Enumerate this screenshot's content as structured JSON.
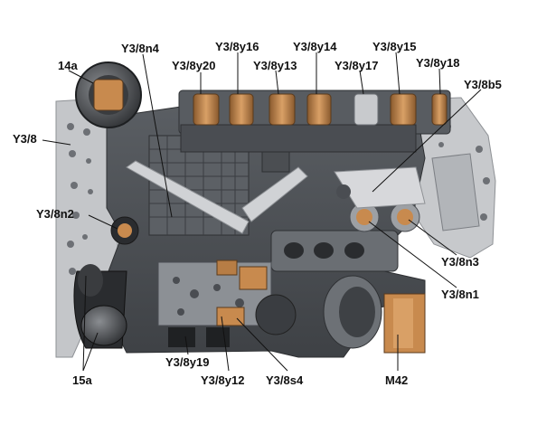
{
  "figure": {
    "description_free": true,
    "labels": {
      "l14a": "14a",
      "y3_8": "Y3/8",
      "y3_8n2": "Y3/8n2",
      "y3_8n4": "Y3/8n4",
      "y3_8y20": "Y3/8y20",
      "y3_8y16": "Y3/8y16",
      "y3_8y13": "Y3/8y13",
      "y3_8y14": "Y3/8y14",
      "y3_8y17": "Y3/8y17",
      "y3_8y15": "Y3/8y15",
      "y3_8y18": "Y3/8y18",
      "y3_8b5": "Y3/8b5",
      "y3_8n3": "Y3/8n3",
      "y3_8n1": "Y3/8n1",
      "l15a": "15a",
      "y3_8y19": "Y3/8y19",
      "y3_8y12": "Y3/8y12",
      "y3_8s4": "Y3/8s4",
      "m42": "M42"
    },
    "colors": {
      "body_dark": "#4a4d52",
      "body_mid": "#6c7076",
      "plate": "#c9cbce",
      "copper": "#c88a4e",
      "highlight": "#e2e3e5"
    }
  }
}
